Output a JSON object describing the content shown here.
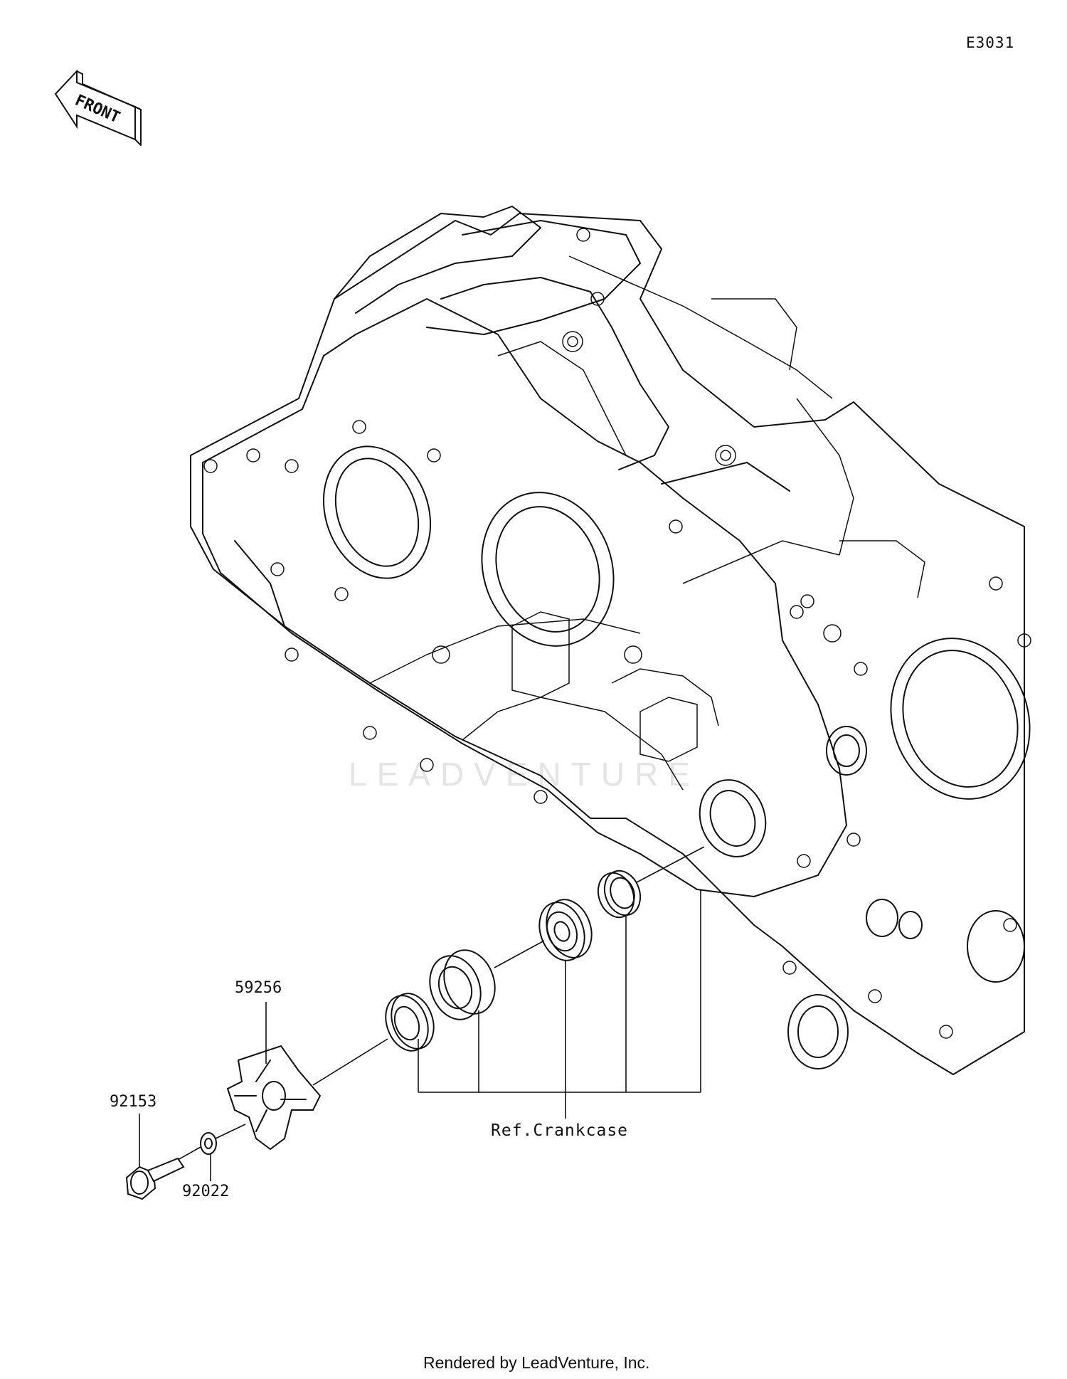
{
  "diagram_code": "E3031",
  "front_label": "FRONT",
  "parts": {
    "impeller": "59256",
    "bolt": "92153",
    "washer": "92022"
  },
  "reference_label": "Ref.Crankcase",
  "footer": "Rendered by LeadVenture, Inc.",
  "watermark": "LEADVENTURE"
}
